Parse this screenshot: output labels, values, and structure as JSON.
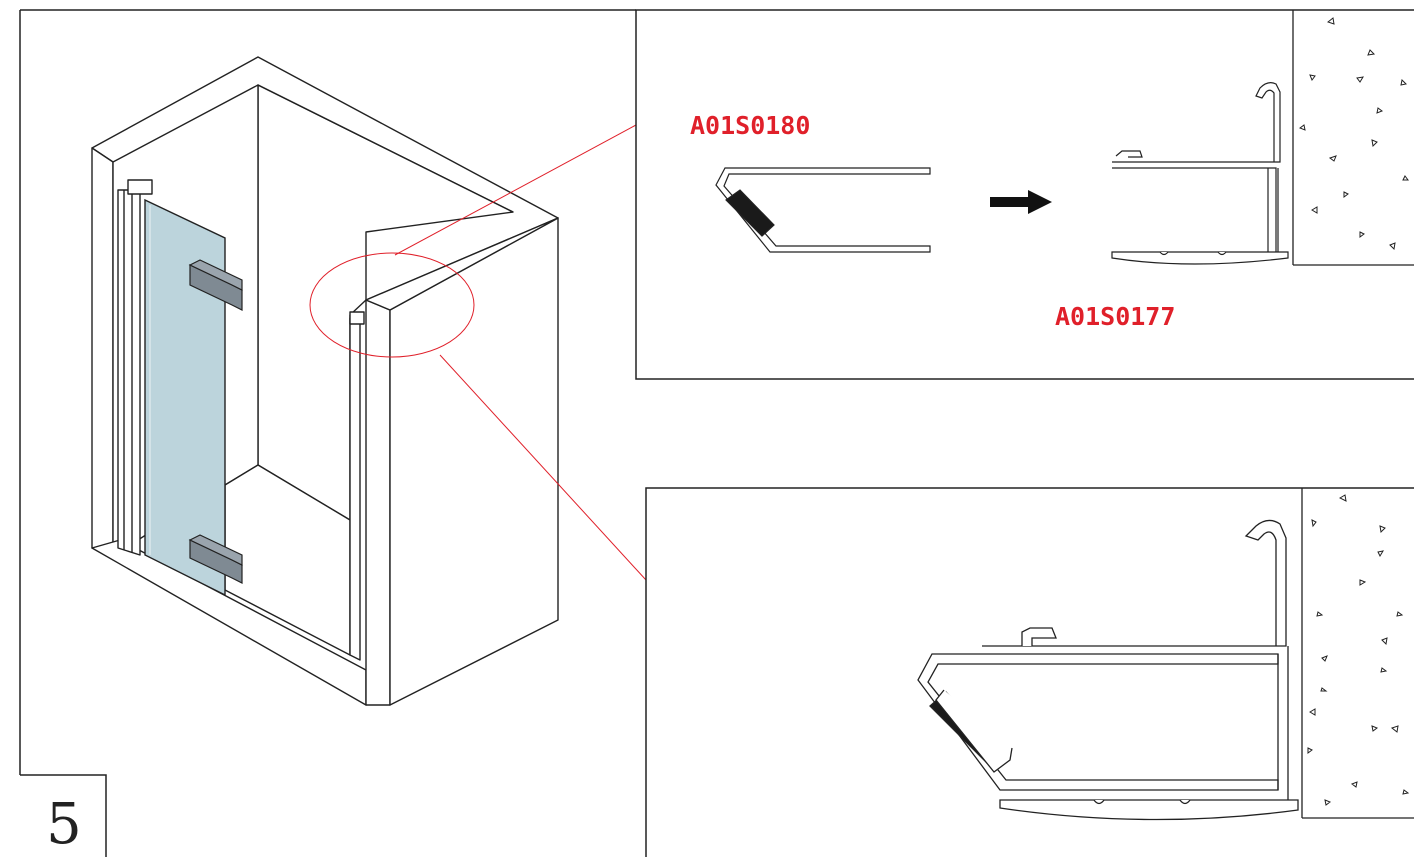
{
  "step_number": "5",
  "profiles": {
    "from_code": "A01S0180",
    "to_code": "A01S0177"
  },
  "colors": {
    "callout_line": "#e0202a",
    "label_text": "#e0202a",
    "glass": "#bcd4dc",
    "hinge": "#7f8a93",
    "seal": "#1a1a1a"
  },
  "icons": {
    "arrow": "arrow-right-icon"
  }
}
